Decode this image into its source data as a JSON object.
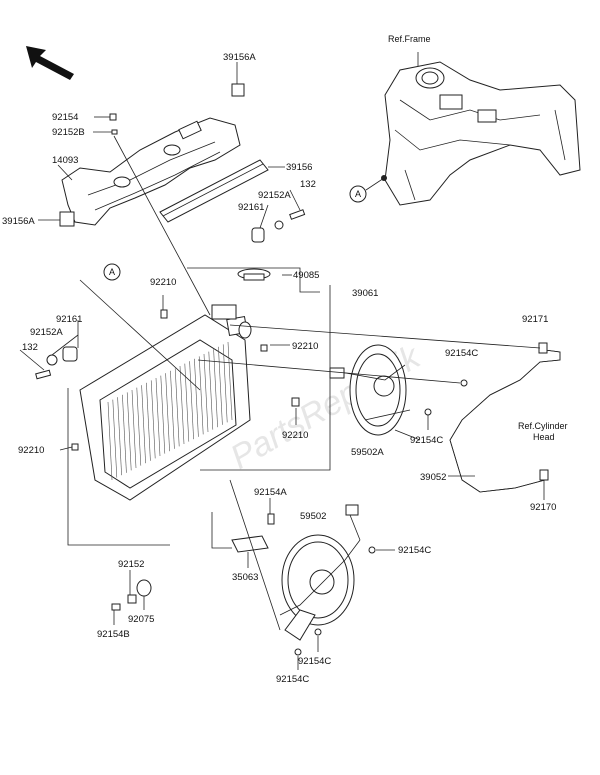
{
  "watermark": "PartsRepublik",
  "refs": {
    "frame": "Ref.Frame",
    "cylinder_head_1": "Ref.Cylinder",
    "cylinder_head_2": "Head",
    "circle_a": "A"
  },
  "labels": {
    "p39156A_top": "39156A",
    "p92154": "92154",
    "p92152B": "92152B",
    "p14093": "14093",
    "p39156A_left": "39156A",
    "p39156": "39156",
    "p92152A_top": "92152A",
    "p132_top": "132",
    "p92161_top": "92161",
    "p92210_a": "92210",
    "p49085": "49085",
    "p39061": "39061",
    "p92161_left": "92161",
    "p92152A_left": "92152A",
    "p132_left": "132",
    "p92210_b": "92210",
    "p92154C_a": "92154C",
    "p92171": "92171",
    "p92210_c": "92210",
    "p92210_d": "92210",
    "p59502A": "59502A",
    "p92154C_b": "92154C",
    "p39052": "39052",
    "p92170": "92170",
    "p92154A": "92154A",
    "p59502": "59502",
    "p92154C_c": "92154C",
    "p35063": "35063",
    "p92152": "92152",
    "p92075": "92075",
    "p92154B": "92154B",
    "p92154C_d": "92154C",
    "p92154C_e": "92154C"
  }
}
